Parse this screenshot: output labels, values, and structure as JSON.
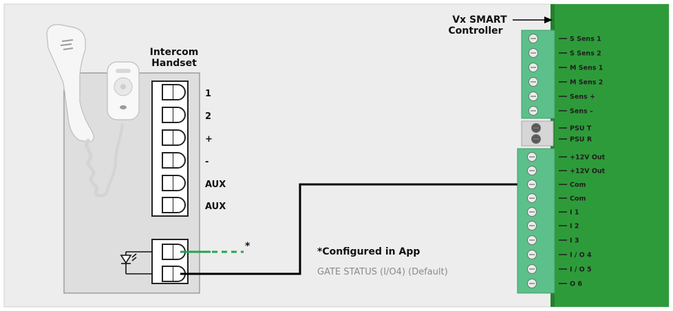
{
  "colors": {
    "background": "#ededed",
    "controller_board": "#2e9b3a",
    "terminal_green": "#5cc08a",
    "wire": "#000000",
    "optional_wire": "#1fa64f",
    "secondary_text": "#8a8a8a"
  },
  "handset": {
    "title_line1": "Intercom",
    "title_line2": "Handset",
    "terminals": [
      "1",
      "2",
      "+",
      "-",
      "AUX",
      "AUX"
    ],
    "icon": "led-diode-icon",
    "optional_marker": "*"
  },
  "controller": {
    "title_line1": "Vx SMART",
    "title_line2": "Controller",
    "top_block": [
      "S Sens 1",
      "S Sens 2",
      "M Sens 1",
      "M Sens 2",
      "Sens +",
      "Sens –"
    ],
    "psu_block": [
      "PSU T",
      "PSU R"
    ],
    "bottom_block": [
      "+12V Out",
      "+12V Out",
      "Com",
      "Com",
      "I 1",
      "I 2",
      "I 3",
      "I / O 4",
      "I / O 5",
      "O 6"
    ]
  },
  "note": {
    "title": "*Configured in App",
    "subtitle": "GATE STATUS (I/O4) (Default)"
  }
}
